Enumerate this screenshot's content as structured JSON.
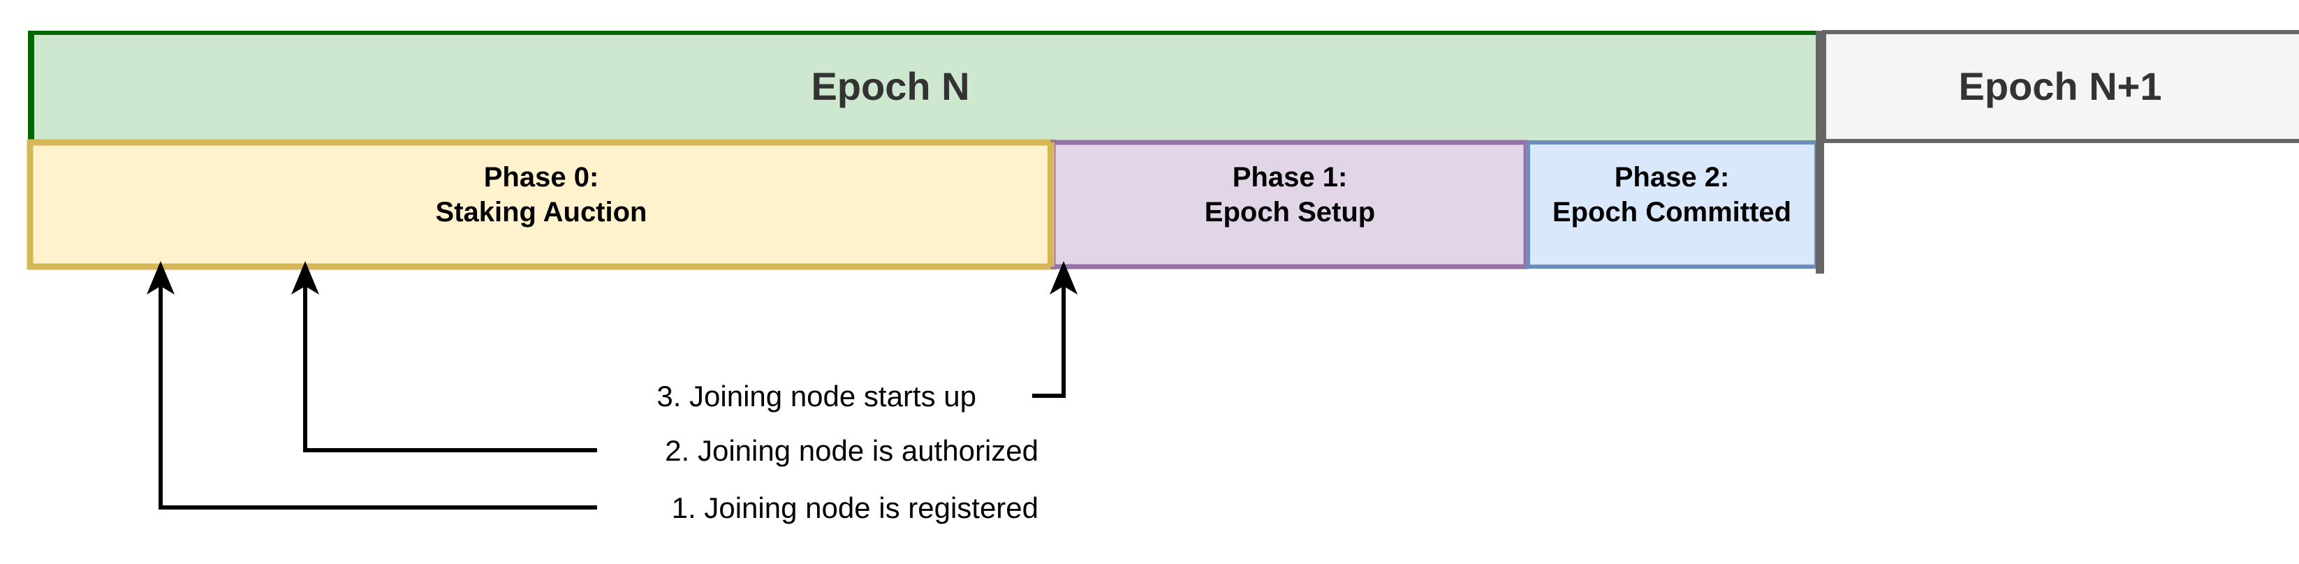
{
  "diagram": {
    "title_semantic": "epoch-phase-timeline",
    "colors": {
      "epoch_n_fill": "#cde8cf",
      "epoch_n_border": "#006600",
      "epoch_next_fill": "#f5f5f5",
      "epoch_next_border": "#666666",
      "phase0_fill": "#fff2cc",
      "phase0_border": "#d6b656",
      "phase1_fill": "#e1d5e7",
      "phase1_border": "#9673a6",
      "phase2_fill": "#dae8fc",
      "phase2_border": "#6c8ebf",
      "divider": "#666666",
      "connector": "#000000",
      "epoch_text": "#333333",
      "phase_text": "#000000"
    },
    "epochs": [
      {
        "id": "epoch-n",
        "label": "Epoch N"
      },
      {
        "id": "epoch-n-plus-1",
        "label": "Epoch N+1"
      }
    ],
    "phases": [
      {
        "id": "phase-0",
        "line1": "Phase 0:",
        "line2": "Staking Auction"
      },
      {
        "id": "phase-1",
        "line1": "Phase 1:",
        "line2": "Epoch Setup"
      },
      {
        "id": "phase-2",
        "line1": "Phase 2:",
        "line2": "Epoch Committed"
      }
    ],
    "annotations": [
      {
        "id": "annotation-3",
        "label": "3. Joining node starts up"
      },
      {
        "id": "annotation-2",
        "label": "2. Joining node is authorized"
      },
      {
        "id": "annotation-1",
        "label": "1. Joining node is registered"
      }
    ]
  }
}
